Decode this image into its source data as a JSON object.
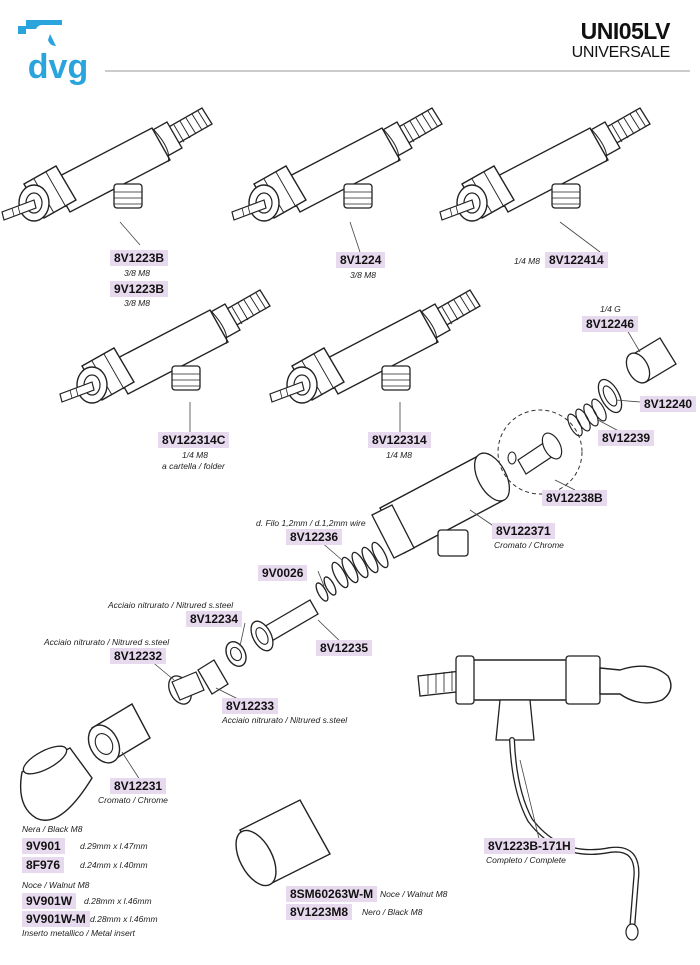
{
  "header": {
    "title": "UNI05LV",
    "subtitle": "UNIVERSALE",
    "logo_text": "dvg"
  },
  "colors": {
    "label_bg": "#e7d9ee",
    "logo": "#2aa4dd",
    "line": "#222222"
  },
  "parts": {
    "p1": {
      "code": "8V1223B",
      "note": "3/8 M8"
    },
    "p2": {
      "code": "9V1223B",
      "note": "3/8 M8"
    },
    "p3": {
      "code": "8V1224",
      "note": "3/8 M8"
    },
    "p4": {
      "code": "8V122414",
      "note": "1/4 M8"
    },
    "p5": {
      "code": "8V122314C",
      "note1": "1/4 M8",
      "note2": "a cartella / folder"
    },
    "p6": {
      "code": "8V122314",
      "note": "1/4 M8"
    },
    "p7": {
      "code": "8V12246",
      "note": "1/4 G"
    },
    "p8": {
      "code": "8V12240"
    },
    "p9": {
      "code": "8V12239"
    },
    "p10": {
      "code": "8V12238B"
    },
    "p11": {
      "code": "8V122371",
      "note": "Cromato / Chrome"
    },
    "p12": {
      "code": "8V12236",
      "note": "d. Filo 1,2mm / d.1,2mm wire"
    },
    "p13": {
      "code": "9V0026"
    },
    "p14": {
      "code": "8V12234",
      "note": "Acciaio nitrurato / Nitrured s.steel"
    },
    "p15": {
      "code": "8V12235"
    },
    "p16": {
      "code": "8V12232",
      "note": "Acciaio nitrurato / Nitrured s.steel"
    },
    "p17": {
      "code": "8V12233",
      "note": "Acciaio nitrurato / Nitrured s.steel"
    },
    "p18": {
      "code": "8V12231",
      "note": "Cromato / Chrome"
    },
    "p19": {
      "code": "8V1223B-171H",
      "note": "Completo / Complete"
    }
  },
  "knobs": {
    "black_heading": "Nera / Black M8",
    "k1": {
      "code": "9V901",
      "note": "d.29mm x l.47mm"
    },
    "k2": {
      "code": "8F976",
      "note": "d.24mm x l.40mm"
    },
    "walnut_heading": "Noce / Walnut M8",
    "k3": {
      "code": "9V901W",
      "note": "d.28mm x l.46mm"
    },
    "k4": {
      "code": "9V901W-M",
      "note": "d.28mm x l.46mm"
    },
    "insert_note": "Inserto metallico / Metal insert"
  },
  "sleeves": {
    "s1": {
      "code": "8SM60263W-M",
      "note": "Noce / Walnut M8"
    },
    "s2": {
      "code": "8V1223M8",
      "note": "Nero / Black M8"
    }
  }
}
